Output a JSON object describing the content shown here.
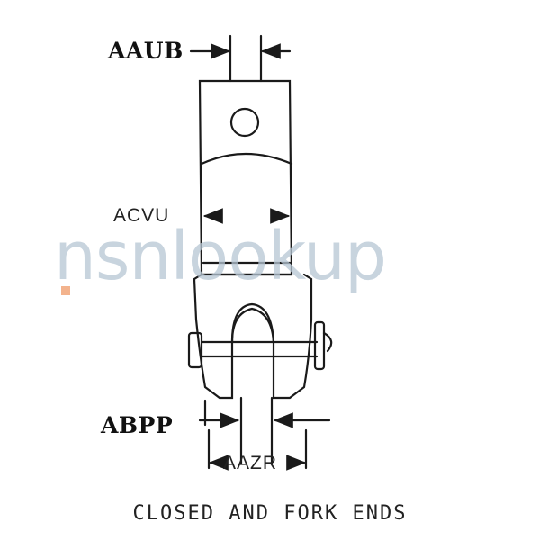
{
  "labels": {
    "aaub": "AAUB",
    "acvu": "ACVU",
    "abpp": "ABPP",
    "aazr": "AAZR"
  },
  "caption": "CLOSED AND FORK ENDS",
  "watermark": "nsnlookup",
  "colors": {
    "line": "#1a1a1a",
    "watermark": "#b6c6d4",
    "watermark_accent": "#f0a070"
  }
}
